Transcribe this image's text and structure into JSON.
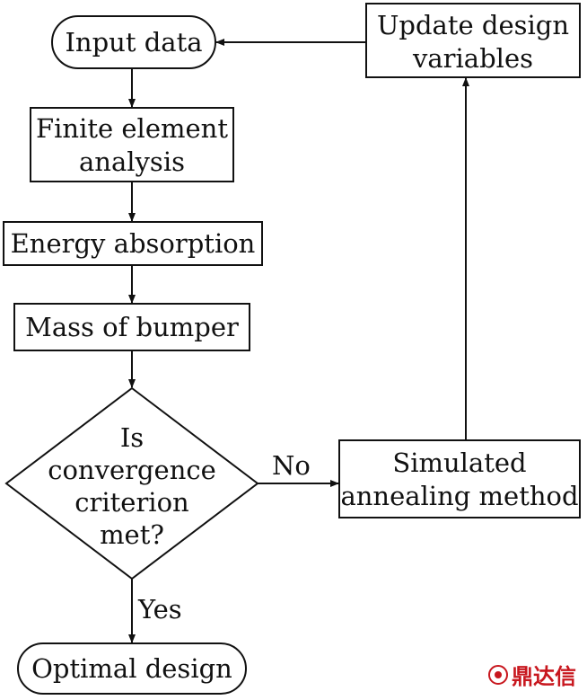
{
  "diagram": {
    "nodes": {
      "input": "Input data",
      "fea": [
        "Finite element",
        "analysis"
      ],
      "energy": "Energy absorption",
      "mass": "Mass of bumper",
      "decision": [
        "Is",
        "convergence",
        "criterion",
        "met?"
      ],
      "annealing": [
        "Simulated",
        "annealing method"
      ],
      "update": [
        "Update design",
        "variables"
      ],
      "optimal": "Optimal design"
    },
    "edges": {
      "no_label": "No",
      "yes_label": "Yes"
    }
  },
  "watermark": {
    "text": "鼎达信",
    "color": "#c8171e"
  }
}
